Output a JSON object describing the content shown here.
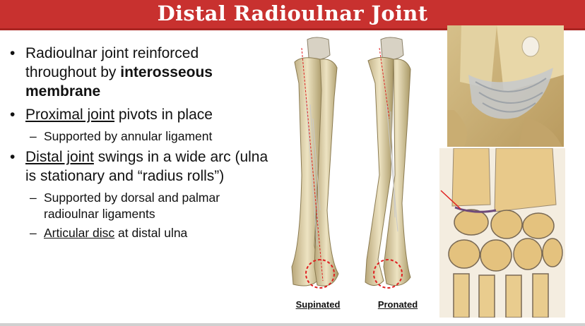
{
  "slide": {
    "title": "Distal Radioulnar Joint",
    "bullets": {
      "b1": {
        "pre": "Radioulnar joint reinforced throughout by ",
        "bold": "interosseous membrane"
      },
      "b2": {
        "underlined": "Proximal joint",
        "post": " pivots in place"
      },
      "b2_sub": "Supported by annular ligament",
      "b3": {
        "underlined": "Distal joint",
        "post": " swings in a wide arc (ulna is stationary and “radius rolls”)"
      },
      "b3_sub1": "Supported by dorsal and palmar radioulnar ligaments",
      "b3_sub2": {
        "underlined": "Articular disc",
        "post": " at distal ulna"
      }
    },
    "captions": {
      "supinated": "Supinated",
      "pronated": "Pronated"
    }
  },
  "colors": {
    "title_bar": "#c8312f",
    "bone": "#e8dcb4",
    "marker": "#e02020"
  }
}
